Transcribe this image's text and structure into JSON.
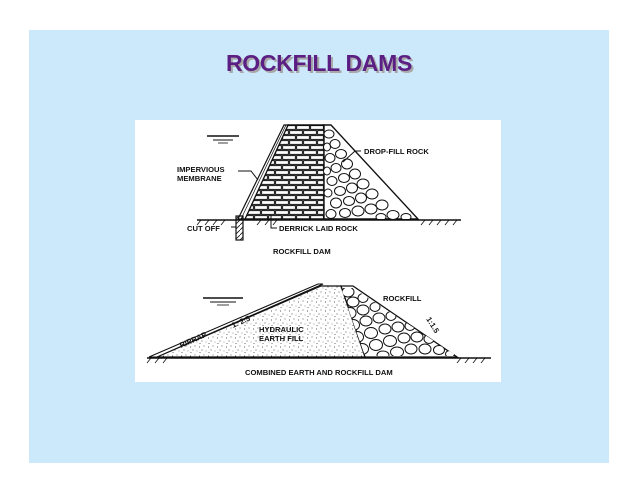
{
  "slide": {
    "title": "ROCKFILL DAMS",
    "background": "#cce9fb",
    "title_color": "#5b1f84"
  },
  "diagram_top": {
    "labels": {
      "membrane": [
        "IMPERVIOUS",
        "MEMBRANE"
      ],
      "drop_fill": "DROP-FILL ROCK",
      "cut_off": "CUT OFF",
      "derrick": "DERRICK LAID ROCK"
    },
    "caption": "ROCKFILL DAM"
  },
  "diagram_bottom": {
    "labels": {
      "riprap": "RIPRAP",
      "slope_up": "1: 2.5",
      "slope_down": "1:1.5",
      "hydraulic": [
        "HYDRAULIC",
        "EARTH FILL"
      ],
      "rockfill": "ROCKFILL"
    },
    "caption": "COMBINED EARTH AND ROCKFILL DAM"
  }
}
